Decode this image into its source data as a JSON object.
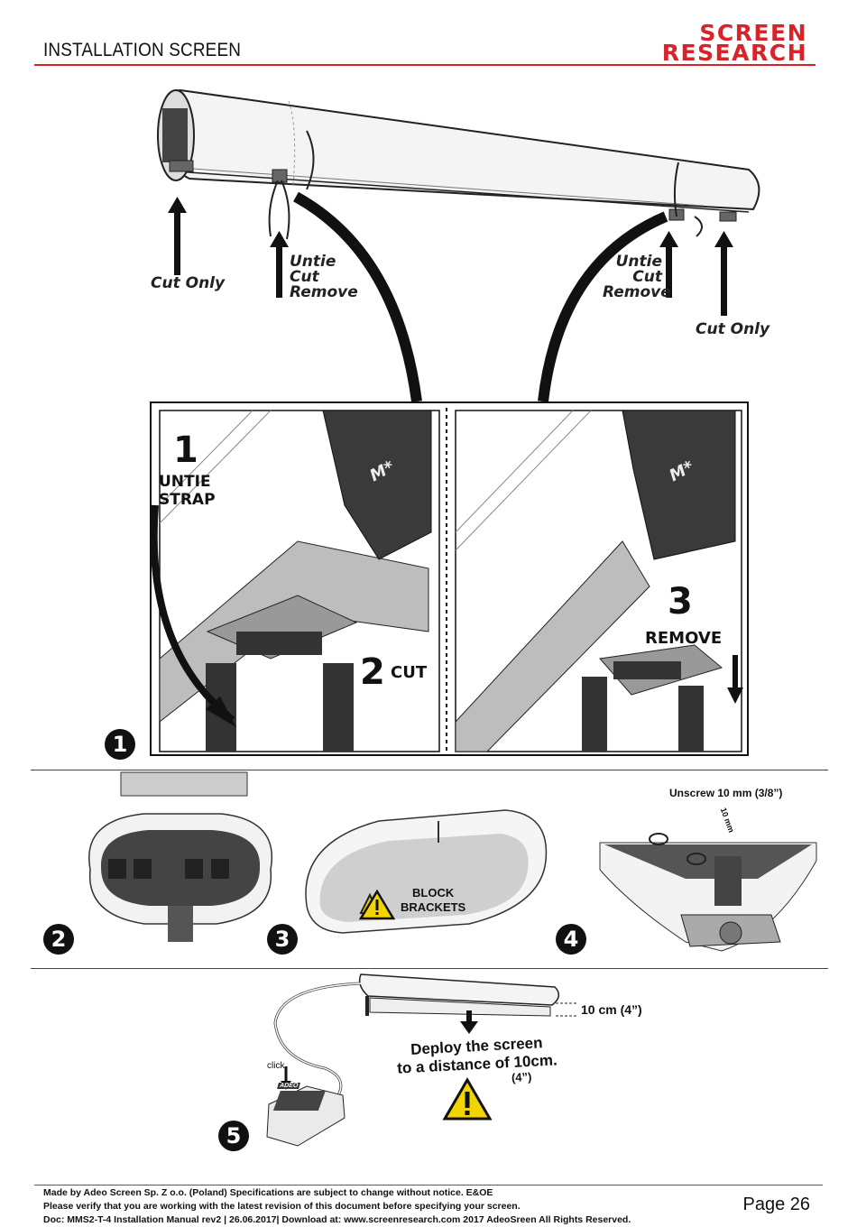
{
  "header": {
    "title": "INSTALLATION SCREEN",
    "logo_line1": "SCREEN",
    "logo_line2": "RESEARCH",
    "accent_color": "#d8232a"
  },
  "figure1": {
    "cut_only_left": "Cut Only",
    "cut_only_right": "Cut Only",
    "untie_left": [
      "Untie",
      "Cut",
      "Remove"
    ],
    "untie_right": [
      "Untie",
      "Cut",
      "Remove"
    ],
    "detail_left": {
      "step1_num": "1",
      "step1_text": [
        "UNTIE",
        "STRAP"
      ],
      "step2_num": "2",
      "step2_text": "CUT",
      "bracket_mark": "M*"
    },
    "detail_right": {
      "step3_num": "3",
      "step3_text": "REMOVE",
      "bracket_mark": "M*"
    },
    "badge": "1"
  },
  "row2": {
    "badge2": "2",
    "badge3": "3",
    "badge4": "4",
    "block_brackets": [
      "BLOCK",
      "BRACKETS"
    ],
    "warning_icon": "warning-triangle-icon",
    "unscrew_label": "Unscrew 10 mm (3/8”)",
    "dimension_label": "10 mm"
  },
  "row3": {
    "badge5": "5",
    "click_label": "click",
    "distance_label": "10 cm (4”)",
    "deploy_text": [
      "Deploy the screen",
      "to a distance of 10cm.",
      "(4”)"
    ],
    "remote_brand": "ADEO"
  },
  "footer": {
    "line1": "Made by Adeo Screen Sp. Z o.o. (Poland) Specifications are subject to change without notice. E&OE",
    "line2": "Please verify that you are working with the latest revision of this document before specifying your screen.",
    "line3": "Doc: MMS2-T-4  Installation Manual rev2 | 26.06.2017| Download at: www.screenresearch.com 2017 AdeoSreen All Rights Reserved.",
    "page": "Page 26"
  }
}
